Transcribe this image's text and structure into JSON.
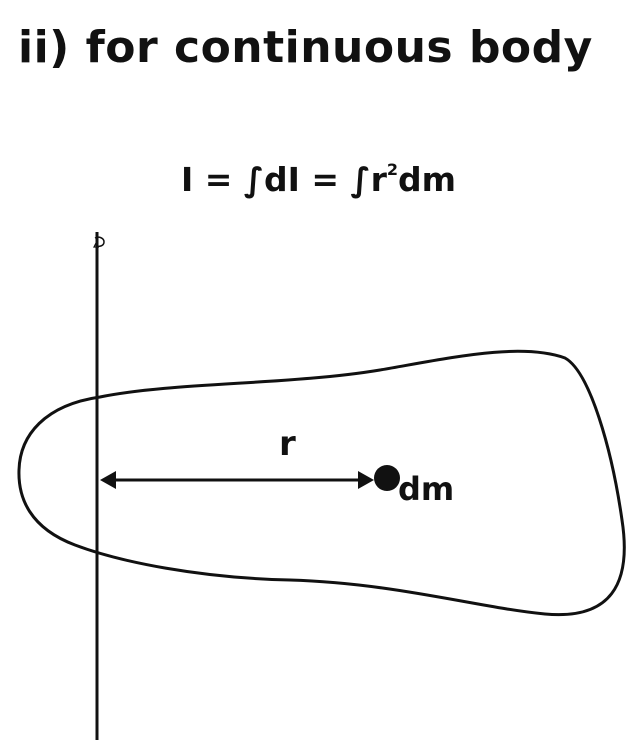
{
  "heading": "ii) for continuous body",
  "formula": {
    "part1": "I = ∫dI = ∫r",
    "exponent": "2",
    "part2": "dm"
  },
  "diagram": {
    "distance_label": "r",
    "mass_element_label": "dm",
    "rotation_icon": "rotation-arrow-icon",
    "stroke_color": "#111111"
  }
}
